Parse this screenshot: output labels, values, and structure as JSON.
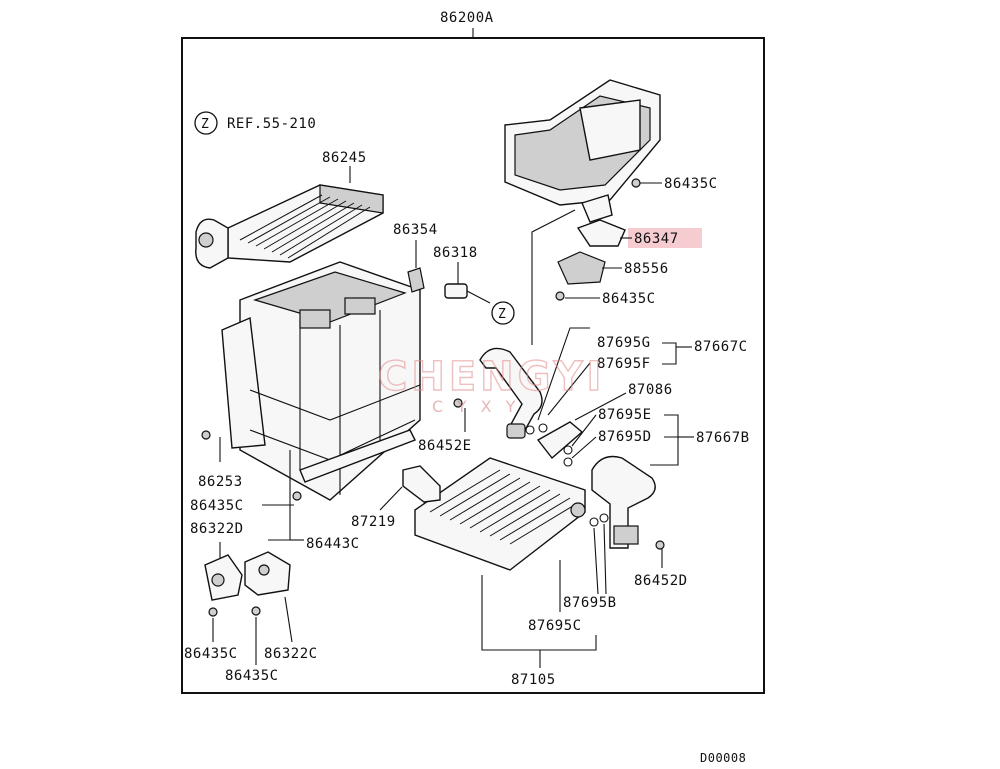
{
  "diagram": {
    "assembly_number": "86200A",
    "reference": {
      "marker": "Z",
      "text": "REF.55-210"
    },
    "highlight_color": "#f6c6cc",
    "labels": {
      "p86245": "86245",
      "p86354": "86354",
      "p86318": "86318",
      "pZ": "Z",
      "p86435C_1": "86435C",
      "p86347": "86347",
      "p88556": "88556",
      "p86435C_2": "86435C",
      "p87695G": "87695G",
      "p87695F": "87695F",
      "p87667C": "87667C",
      "p87086": "87086",
      "p87695E": "87695E",
      "p87695D": "87695D",
      "p87667B": "87667B",
      "p86452E": "86452E",
      "p86253": "86253",
      "p86435C_3": "86435C",
      "p87219": "87219",
      "p86322D": "86322D",
      "p86443C": "86443C",
      "p86452D": "86452D",
      "p87695B": "87695B",
      "p87695C": "87695C",
      "p86435C_4": "86435C",
      "p86322C": "86322C",
      "p86435C_5": "86435C",
      "p87105": "87105"
    },
    "footer_code": "D00008",
    "watermark": {
      "brand": "CHENGYI",
      "sub": "CYXY"
    }
  }
}
